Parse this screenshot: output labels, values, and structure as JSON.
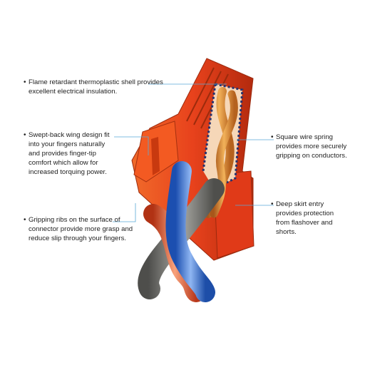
{
  "diagram": {
    "callouts": [
      {
        "id": "shell",
        "bullet": "•",
        "text": "Flame retardant thermoplastic shell provides excellent electrical insulation."
      },
      {
        "id": "wing",
        "bullet": "•",
        "text": "Swept-back wing design fit into your fingers naturally and provides finger-tip comfort which allow for increased torquing power."
      },
      {
        "id": "ribs",
        "bullet": "•",
        "text": "Gripping ribs on the surface of connector provide more grasp and reduce slip through your fingers."
      },
      {
        "id": "spring",
        "bullet": "•",
        "text": "Square wire spring provides more securely gripping on conductors."
      },
      {
        "id": "skirt",
        "bullet": "•",
        "text": "Deep skirt entry provides protection from flashover and shorts."
      }
    ],
    "colors": {
      "connector": "#e8421c",
      "connector_dark": "#b32a0e",
      "wire_copper": "#e0892c",
      "wire_blue": "#2f6fd0",
      "wire_gray": "#6e6e6a",
      "wire_red": "#e2512c",
      "callout_line": "#5aa9d6"
    }
  }
}
